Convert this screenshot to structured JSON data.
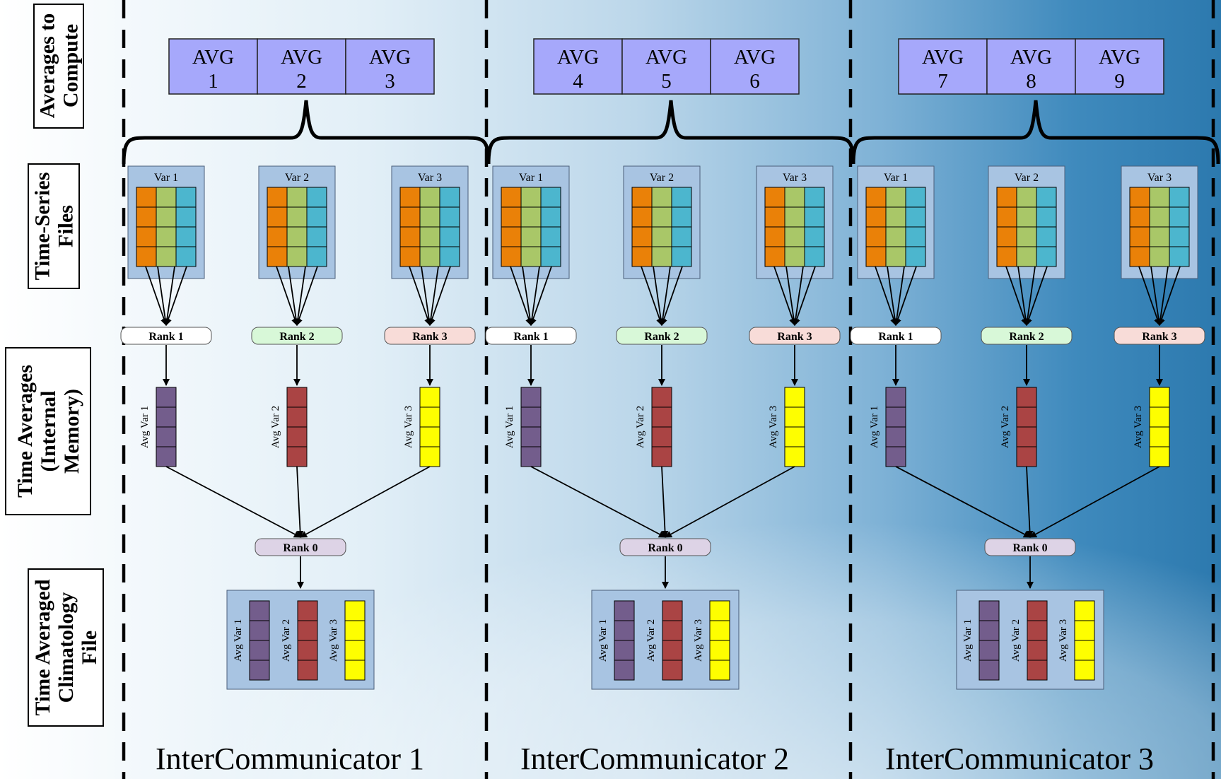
{
  "row_labels": [
    {
      "lines": [
        "Averages to",
        "Compute"
      ]
    },
    {
      "lines": [
        "Time-Series",
        "Files"
      ]
    },
    {
      "lines": [
        "Time Averages",
        "(Internal",
        "Memory)"
      ]
    },
    {
      "lines": [
        "Time Averaged",
        "Climatology",
        "File"
      ]
    }
  ],
  "groups": [
    {
      "title": "InterCommunicator 1",
      "averages": [
        {
          "top": "AVG",
          "num": "1"
        },
        {
          "top": "AVG",
          "num": "2"
        },
        {
          "top": "AVG",
          "num": "3"
        }
      ],
      "vars": [
        "Var 1",
        "Var 2",
        "Var 3"
      ],
      "ranks": [
        "Rank 1",
        "Rank 2",
        "Rank 3"
      ],
      "avg_vars": [
        "Avg Var 1",
        "Avg Var 2",
        "Avg Var 3"
      ],
      "root_rank": "Rank 0"
    },
    {
      "title": "InterCommunicator 2",
      "averages": [
        {
          "top": "AVG",
          "num": "4"
        },
        {
          "top": "AVG",
          "num": "5"
        },
        {
          "top": "AVG",
          "num": "6"
        }
      ],
      "vars": [
        "Var 1",
        "Var 2",
        "Var 3"
      ],
      "ranks": [
        "Rank 1",
        "Rank 2",
        "Rank 3"
      ],
      "avg_vars": [
        "Avg Var 1",
        "Avg Var 2",
        "Avg Var 3"
      ],
      "root_rank": "Rank 0"
    },
    {
      "title": "InterCommunicator 3",
      "averages": [
        {
          "top": "AVG",
          "num": "7"
        },
        {
          "top": "AVG",
          "num": "8"
        },
        {
          "top": "AVG",
          "num": "9"
        }
      ],
      "vars": [
        "Var 1",
        "Var 2",
        "Var 3"
      ],
      "ranks": [
        "Rank 1",
        "Rank 2",
        "Rank 3"
      ],
      "avg_vars": [
        "Avg Var 1",
        "Avg Var 2",
        "Avg Var 3"
      ],
      "root_rank": "Rank 0"
    }
  ],
  "colors": {
    "avg_box": "#a6a8fb",
    "var_panel": "#a8c4e2",
    "ts_columns": [
      "#ea8108",
      "#a9c768",
      "#4cb6ce"
    ],
    "rank_fills": [
      "#ffffff",
      "#d8f8d8",
      "#f8dcd8"
    ],
    "root_rank_fill": "#ddd3e6",
    "avg_var_fills": [
      "#735d8c",
      "#aa4444",
      "#fefe00"
    ],
    "line": "#000000"
  }
}
